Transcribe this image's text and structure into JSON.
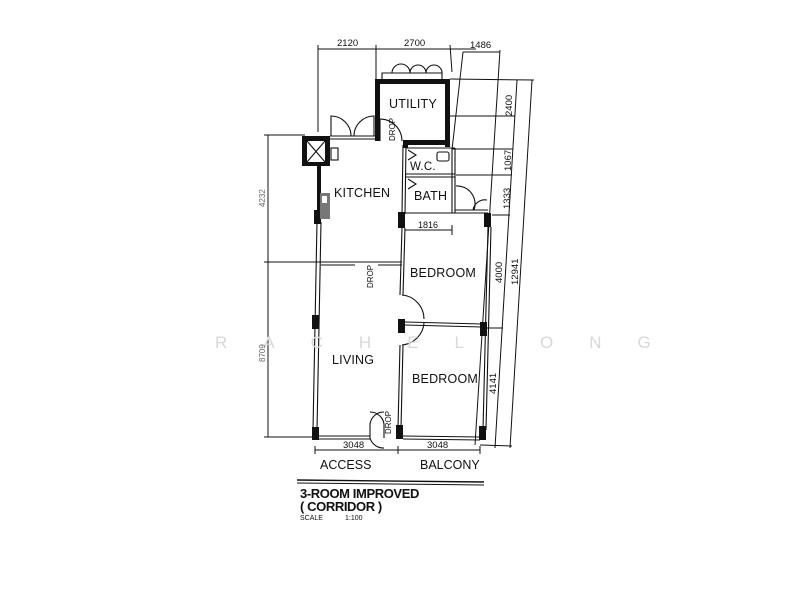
{
  "plan": {
    "title": "3-ROOM IMPROVED",
    "subtitle": "( CORRIDOR )",
    "scale_label": "SCALE",
    "scale_value": "1:100",
    "watermark": "RACHEL ONG"
  },
  "rooms": {
    "utility": "UTILITY",
    "kitchen": "KITCHEN",
    "wc": "W.C.",
    "bath": "BATH",
    "bedroom_1": "BEDROOM",
    "living": "LIVING",
    "bedroom_2": "BEDROOM"
  },
  "door_labels": {
    "drop_utility": "DROP",
    "drop_living_top": "DROP",
    "drop_living_bottom": "DROP"
  },
  "dimensions": {
    "top": [
      "2120",
      "2700",
      "1486"
    ],
    "right": [
      "2400",
      "1067",
      "1333",
      "4000",
      "4141"
    ],
    "right_total": "12941",
    "left": [
      "4232",
      "8709"
    ],
    "internal": "1816",
    "bottom": [
      "3048",
      "3048"
    ]
  },
  "sides": {
    "access": "ACCESS",
    "balcony": "BALCONY"
  }
}
